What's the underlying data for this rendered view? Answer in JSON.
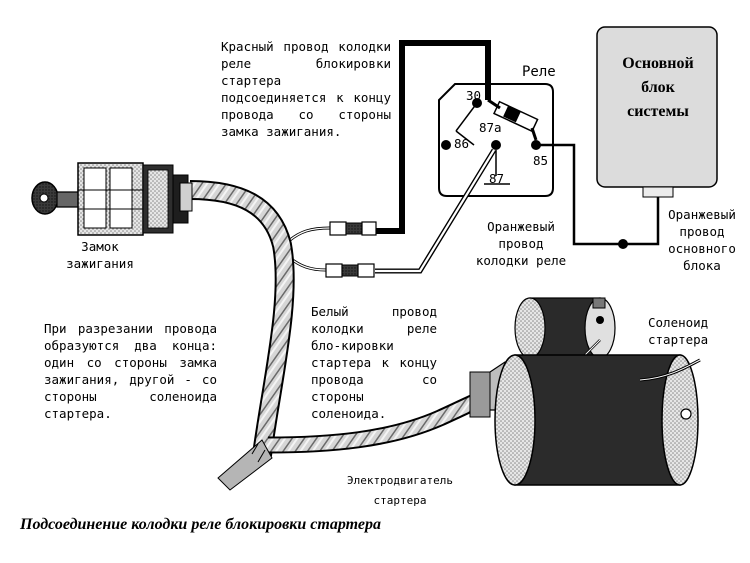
{
  "labels": {
    "red_wire": "Красный провод колодки реле блокировки стартера подсоединяется к концу провода со стороны замка зажигания.",
    "relay": "Реле",
    "main_unit": "Основной блок системы",
    "ignition_lock": "Замок\nзажигания",
    "orange_relay": "Оранжевый\nпровод\nколодки реле",
    "orange_main": "Оранжевый\nпровод\nосновного\nблока",
    "cutting_note": "При разрезании провода образуются два конца: один со стороны замка зажигания, другой - со стороны соленоида стартера.",
    "white_wire": "Белый провод колодки реле бло-кировки стартера к концу провода со стороны соленоида.",
    "solenoid": "Соленоид\nстартера",
    "starter_motor": "Электродвигатель\nстартера"
  },
  "relay_pins": {
    "p30": "30",
    "p86": "86",
    "p87a": "87a",
    "p85": "85",
    "p87": "87"
  },
  "caption": "Подсоединение колодки реле блокировки стартера"
}
